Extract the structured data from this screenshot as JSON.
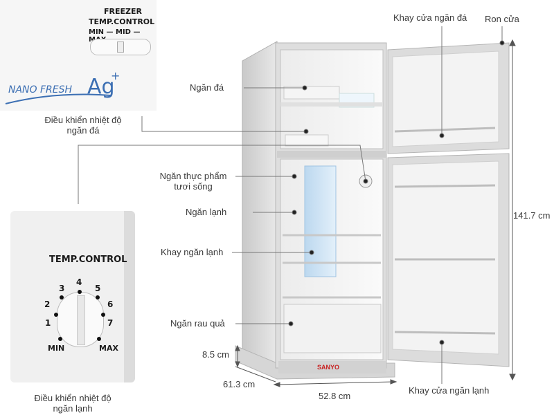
{
  "brand": "SANYO",
  "freezer_panel": {
    "title_line1": "FREEZER",
    "title_line2": "TEMP.CONTROL",
    "scale": "MIN — MID — MAX",
    "logo_text": "NANO FRESH",
    "logo_ag": "Ag",
    "logo_plus": "+"
  },
  "fridge_panel": {
    "title": "TEMP.CONTROL",
    "dial_numbers": [
      "1",
      "2",
      "3",
      "4",
      "5",
      "6",
      "7"
    ],
    "min_label": "MIN",
    "max_label": "MAX"
  },
  "labels": {
    "freezer_control": "Điều khiển nhiệt độ ngăn đá",
    "fridge_control": "Điều khiển nhiệt độ ngăn lạnh",
    "freezer": "Ngăn đá",
    "fresh_food": "Ngăn thực phẩm tươi sống",
    "fridge": "Ngăn lạnh",
    "fridge_tray": "Khay ngăn lạnh",
    "vegetable": "Ngăn rau quả",
    "freezer_door_tray": "Khay cửa ngăn đá",
    "door_gasket": "Ron cửa",
    "fridge_door_tray": "Khay cửa ngăn lạnh"
  },
  "dimensions": {
    "height": "141.7 cm",
    "base_height": "8.5 cm",
    "depth": "61.3 cm",
    "width": "52.8 cm"
  }
}
